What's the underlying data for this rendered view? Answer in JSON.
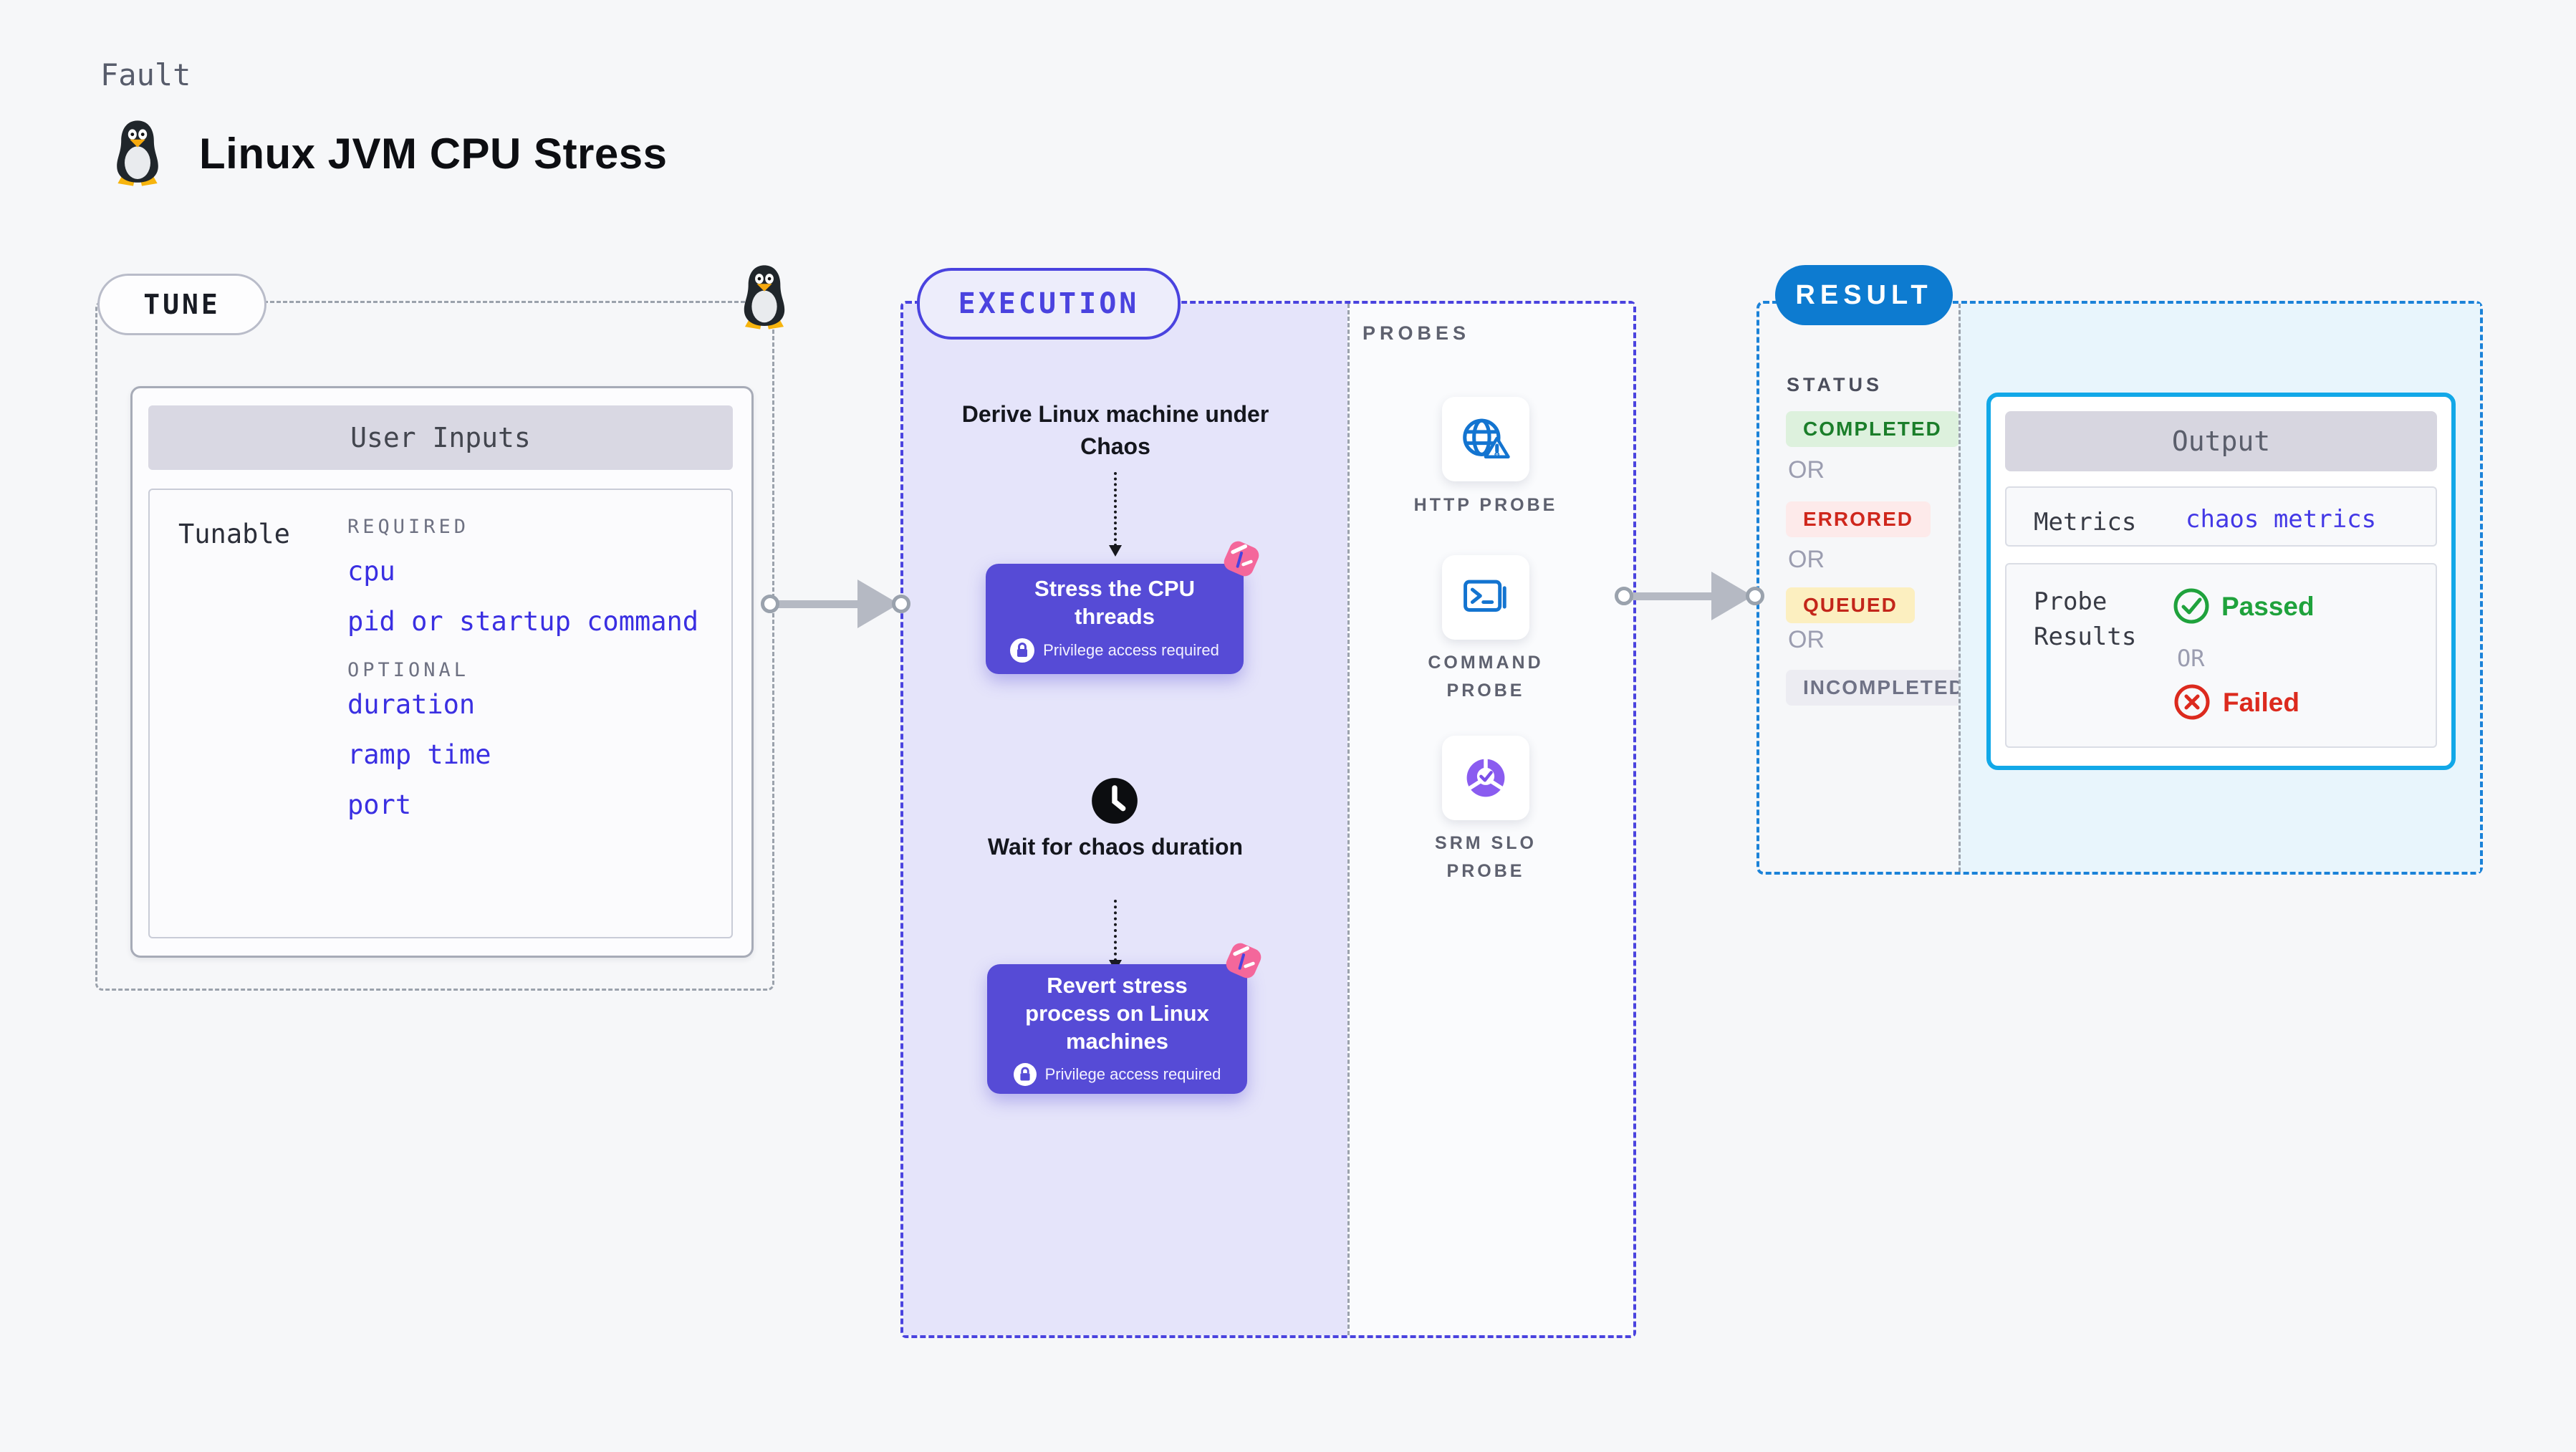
{
  "page": {
    "kind_label": "Fault",
    "title": "Linux JVM CPU Stress"
  },
  "tune": {
    "badge": "TUNE",
    "table_title": "User Inputs",
    "row_label": "Tunable",
    "required_label": "REQUIRED",
    "optional_label": "OPTIONAL",
    "required_items": [
      "cpu",
      "pid or startup command"
    ],
    "optional_items": [
      "duration",
      "ramp time",
      "port"
    ]
  },
  "execution": {
    "badge": "EXECUTION",
    "step_derive": "Derive Linux machine under Chaos",
    "step_stress": "Stress the CPU threads",
    "step_wait": "Wait for chaos duration",
    "step_revert": "Revert stress process on Linux machines",
    "privilege_note": "Privilege access required"
  },
  "probes": {
    "label": "PROBES",
    "items": [
      {
        "name": "HTTP PROBE",
        "icon": "globe-alert-icon"
      },
      {
        "name": "COMMAND PROBE",
        "icon": "terminal-icon"
      },
      {
        "name": "SRM SLO PROBE",
        "icon": "slo-pie-check-icon"
      }
    ]
  },
  "result": {
    "badge": "RESULT",
    "status_label": "STATUS",
    "or_label": "OR",
    "statuses": [
      {
        "label": "COMPLETED",
        "bg": "#ddf1dd",
        "fg": "#1b7e2a"
      },
      {
        "label": "ERRORED",
        "bg": "#fdeaea",
        "fg": "#cf271c"
      },
      {
        "label": "QUEUED",
        "bg": "#fcefc0",
        "fg": "#c3261a"
      },
      {
        "label": "INCOMPLETED",
        "bg": "#ececf2",
        "fg": "#6f7286"
      }
    ],
    "output": {
      "title": "Output",
      "metrics_label": "Metrics",
      "metrics_value": "chaos metrics",
      "probe_results_label": "Probe Results",
      "passed_label": "Passed",
      "or_label": "OR",
      "failed_label": "Failed"
    }
  },
  "colors": {
    "page_bg": "#f6f7f9",
    "execution_accent": "#4a43df",
    "execution_fill": "#e5e4fa",
    "chaos_step_fill": "#564bd6",
    "result_accent": "#1b82d8",
    "result_badge_fill": "#0d7bd0",
    "result_fill": "#e8f5fc",
    "output_border": "#12a8e8",
    "link_blue": "#3a2fe2",
    "probe_icon_blue": "#1374d0",
    "chaos_icon_pink": "#f4679b",
    "passed_green": "#1fa23c",
    "failed_red": "#dc2a1e",
    "arrow_gray": "#b5b9c3",
    "dash_gray": "#9ba2ac"
  }
}
